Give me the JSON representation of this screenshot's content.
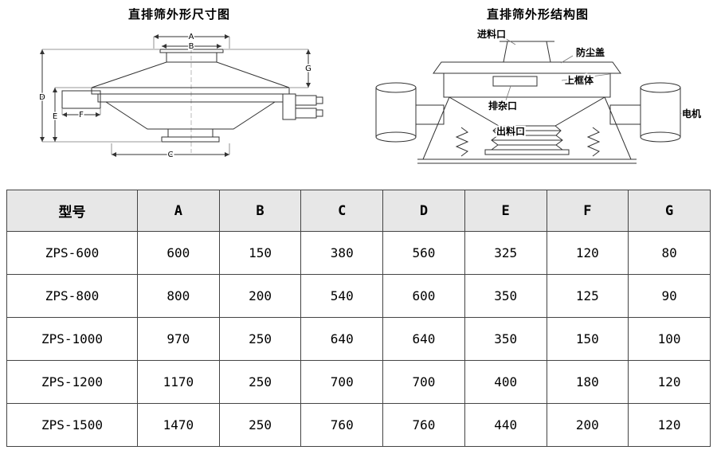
{
  "diagrams": {
    "dimension": {
      "title": "直排筛外形尺寸图",
      "labels": [
        "A",
        "B",
        "C",
        "D",
        "E",
        "F",
        "G"
      ]
    },
    "structure": {
      "title": "直排筛外形结构图",
      "labels": [
        "进料口",
        "防尘盖",
        "上框体",
        "排杂口",
        "出料口",
        "电机"
      ]
    }
  },
  "table": {
    "headers": [
      "型号",
      "A",
      "B",
      "C",
      "D",
      "E",
      "F",
      "G"
    ],
    "rows": [
      [
        "ZPS-600",
        "600",
        "150",
        "380",
        "560",
        "325",
        "120",
        "80"
      ],
      [
        "ZPS-800",
        "800",
        "200",
        "540",
        "600",
        "350",
        "125",
        "90"
      ],
      [
        "ZPS-1000",
        "970",
        "250",
        "640",
        "640",
        "350",
        "150",
        "100"
      ],
      [
        "ZPS-1200",
        "1170",
        "250",
        "700",
        "700",
        "400",
        "180",
        "120"
      ],
      [
        "ZPS-1500",
        "1470",
        "250",
        "760",
        "760",
        "440",
        "200",
        "120"
      ]
    ]
  }
}
